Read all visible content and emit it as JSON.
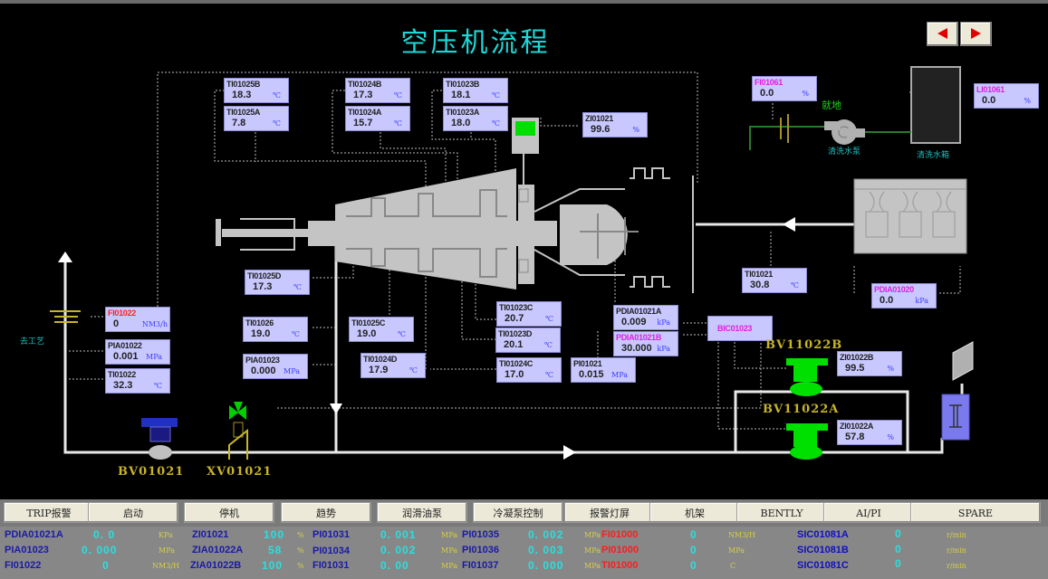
{
  "header": {
    "title": "空压机流程",
    "prev_label": "previous-page",
    "next_label": "next-page"
  },
  "tags": [
    {
      "id": "TI01025B",
      "name": "TI01025B",
      "value": "18.3",
      "unit": "℃",
      "name_color": "normal"
    },
    {
      "id": "TI01025A",
      "name": "TI01025A",
      "value": "7.8",
      "unit": "℃",
      "name_color": "normal"
    },
    {
      "id": "TI01024B",
      "name": "TI01024B",
      "value": "17.3",
      "unit": "℃",
      "name_color": "normal"
    },
    {
      "id": "TI01024A",
      "name": "TI01024A",
      "value": "15.7",
      "unit": "℃",
      "name_color": "normal"
    },
    {
      "id": "TI01023B",
      "name": "TI01023B",
      "value": "18.1",
      "unit": "℃",
      "name_color": "normal"
    },
    {
      "id": "TI01023A",
      "name": "TI01023A",
      "value": "18.0",
      "unit": "℃",
      "name_color": "normal"
    },
    {
      "id": "ZI01021",
      "name": "ZI01021",
      "value": "99.6",
      "unit": "%",
      "name_color": "normal"
    },
    {
      "id": "FI01061",
      "name": "FI01061",
      "value": "0.0",
      "unit": "%",
      "name_color": "magenta"
    },
    {
      "id": "LI01061",
      "name": "LI01061",
      "value": "0.0",
      "unit": "%",
      "name_color": "magenta"
    },
    {
      "id": "TI01025D",
      "name": "TI01025D",
      "value": "17.3",
      "unit": "℃",
      "name_color": "normal"
    },
    {
      "id": "TI01021",
      "name": "TI01021",
      "value": "30.8",
      "unit": "℃",
      "name_color": "normal"
    },
    {
      "id": "PDIA01020",
      "name": "PDIA01020",
      "value": "0.0",
      "unit": "kPa",
      "name_color": "magenta"
    },
    {
      "id": "FI01022",
      "name": "FI01022",
      "value": "0",
      "unit": "NM3/h",
      "name_color": "red"
    },
    {
      "id": "PIA01022",
      "name": "PIA01022",
      "value": "0.001",
      "unit": "MPa",
      "name_color": "normal"
    },
    {
      "id": "TI01022",
      "name": "TI01022",
      "value": "32.3",
      "unit": "℃",
      "name_color": "normal"
    },
    {
      "id": "TI01026",
      "name": "TI01026",
      "value": "19.0",
      "unit": "℃",
      "name_color": "normal"
    },
    {
      "id": "PIA01023",
      "name": "PIA01023",
      "value": "0.000",
      "unit": "MPa",
      "name_color": "normal"
    },
    {
      "id": "TI01025C",
      "name": "TI01025C",
      "value": "19.0",
      "unit": "℃",
      "name_color": "normal"
    },
    {
      "id": "TI01024D",
      "name": "TI01024D",
      "value": "17.9",
      "unit": "℃",
      "name_color": "normal"
    },
    {
      "id": "TI01023C",
      "name": "TI01023C",
      "value": "20.7",
      "unit": "℃",
      "name_color": "normal"
    },
    {
      "id": "TI01023D",
      "name": "TI01023D",
      "value": "20.1",
      "unit": "℃",
      "name_color": "normal"
    },
    {
      "id": "TI01024C",
      "name": "TI01024C",
      "value": "17.0",
      "unit": "℃",
      "name_color": "normal"
    },
    {
      "id": "PI01021",
      "name": "PI01021",
      "value": "0.015",
      "unit": "MPa",
      "name_color": "normal"
    },
    {
      "id": "PDIA01021A",
      "name": "PDIA01021A",
      "value": "0.009",
      "unit": "kPa",
      "name_color": "normal"
    },
    {
      "id": "PDIA01021B",
      "name": "PDIA01021B",
      "value": "30.000",
      "unit": "kPa",
      "name_color": "magenta"
    },
    {
      "id": "BIC01023",
      "name": "BIC01023",
      "value": "",
      "unit": "",
      "name_color": "magenta"
    },
    {
      "id": "ZI01022B",
      "name": "ZI01022B",
      "value": "99.5",
      "unit": "%",
      "name_color": "normal"
    },
    {
      "id": "ZI01022A",
      "name": "ZI01022A",
      "value": "57.8",
      "unit": "%",
      "name_color": "normal"
    }
  ],
  "labels": {
    "to_process": "去工艺",
    "local": "就地",
    "wash_pump": "清洗水泵",
    "wash_tank": "清洗水箱",
    "valve_bv01021": "BV01021",
    "valve_xv01021": "XV01021",
    "valve_bv11022b": "BV11022B",
    "valve_bv11022a": "BV11022A"
  },
  "colors": {
    "background": "#000000",
    "title": "#1ed7d7",
    "tag_bg": "#c8c8ff",
    "pipe": "#e8e8e8",
    "equipment": "#c4c4c4",
    "valve_active": "#00e000",
    "valve_label": "#c8b428",
    "alarm": "#ff1c1c"
  },
  "function_buttons": [
    {
      "label": "TRIP报警"
    },
    {
      "label": "启动"
    },
    {
      "label": "停机"
    },
    {
      "label": "趋势"
    },
    {
      "label": "润滑油泵"
    },
    {
      "label": "冷凝泵控制"
    },
    {
      "label": "报警灯屏"
    },
    {
      "label": "机架"
    },
    {
      "label": "BENTLY"
    },
    {
      "label": "AI/PI"
    },
    {
      "label": "SPARE"
    }
  ],
  "status_rows": [
    [
      {
        "tag": "PDIA01021A",
        "value": "0. 0",
        "unit": "KPa"
      },
      {
        "tag": "ZI01021",
        "value": "100",
        "unit": "%"
      },
      {
        "tag": "PI01031",
        "value": "0. 001",
        "unit": "MPa"
      },
      {
        "tag": "PI01035",
        "value": "0. 002",
        "unit": "MPa"
      },
      {
        "tag": "FI01000",
        "value": "0",
        "unit": "NM3/H",
        "alarm": true
      },
      {
        "tag": "SIC01081A",
        "value": "0",
        "unit": "r/min"
      }
    ],
    [
      {
        "tag": "PIA01023",
        "value": "0. 000",
        "unit": "MPa"
      },
      {
        "tag": "ZIA01022A",
        "value": "58",
        "unit": "%"
      },
      {
        "tag": "PI01034",
        "value": "0. 002",
        "unit": "MPa"
      },
      {
        "tag": "PI01036",
        "value": "0. 003",
        "unit": "MPa"
      },
      {
        "tag": "PI01000",
        "value": "0",
        "unit": "MPa",
        "alarm": true
      },
      {
        "tag": "SIC01081B",
        "value": "0",
        "unit": "r/min"
      }
    ],
    [
      {
        "tag": "FI01022",
        "value": "0",
        "unit": "NM3/H"
      },
      {
        "tag": "ZIA01022B",
        "value": "100",
        "unit": "%"
      },
      {
        "tag": "FI01031",
        "value": "0. 00",
        "unit": "MPa"
      },
      {
        "tag": "FI01037",
        "value": "0. 000",
        "unit": "MPa"
      },
      {
        "tag": "TI01000",
        "value": "0",
        "unit": "C",
        "alarm": true
      },
      {
        "tag": "SIC01081C",
        "value": "0",
        "unit": "r/min"
      }
    ]
  ]
}
